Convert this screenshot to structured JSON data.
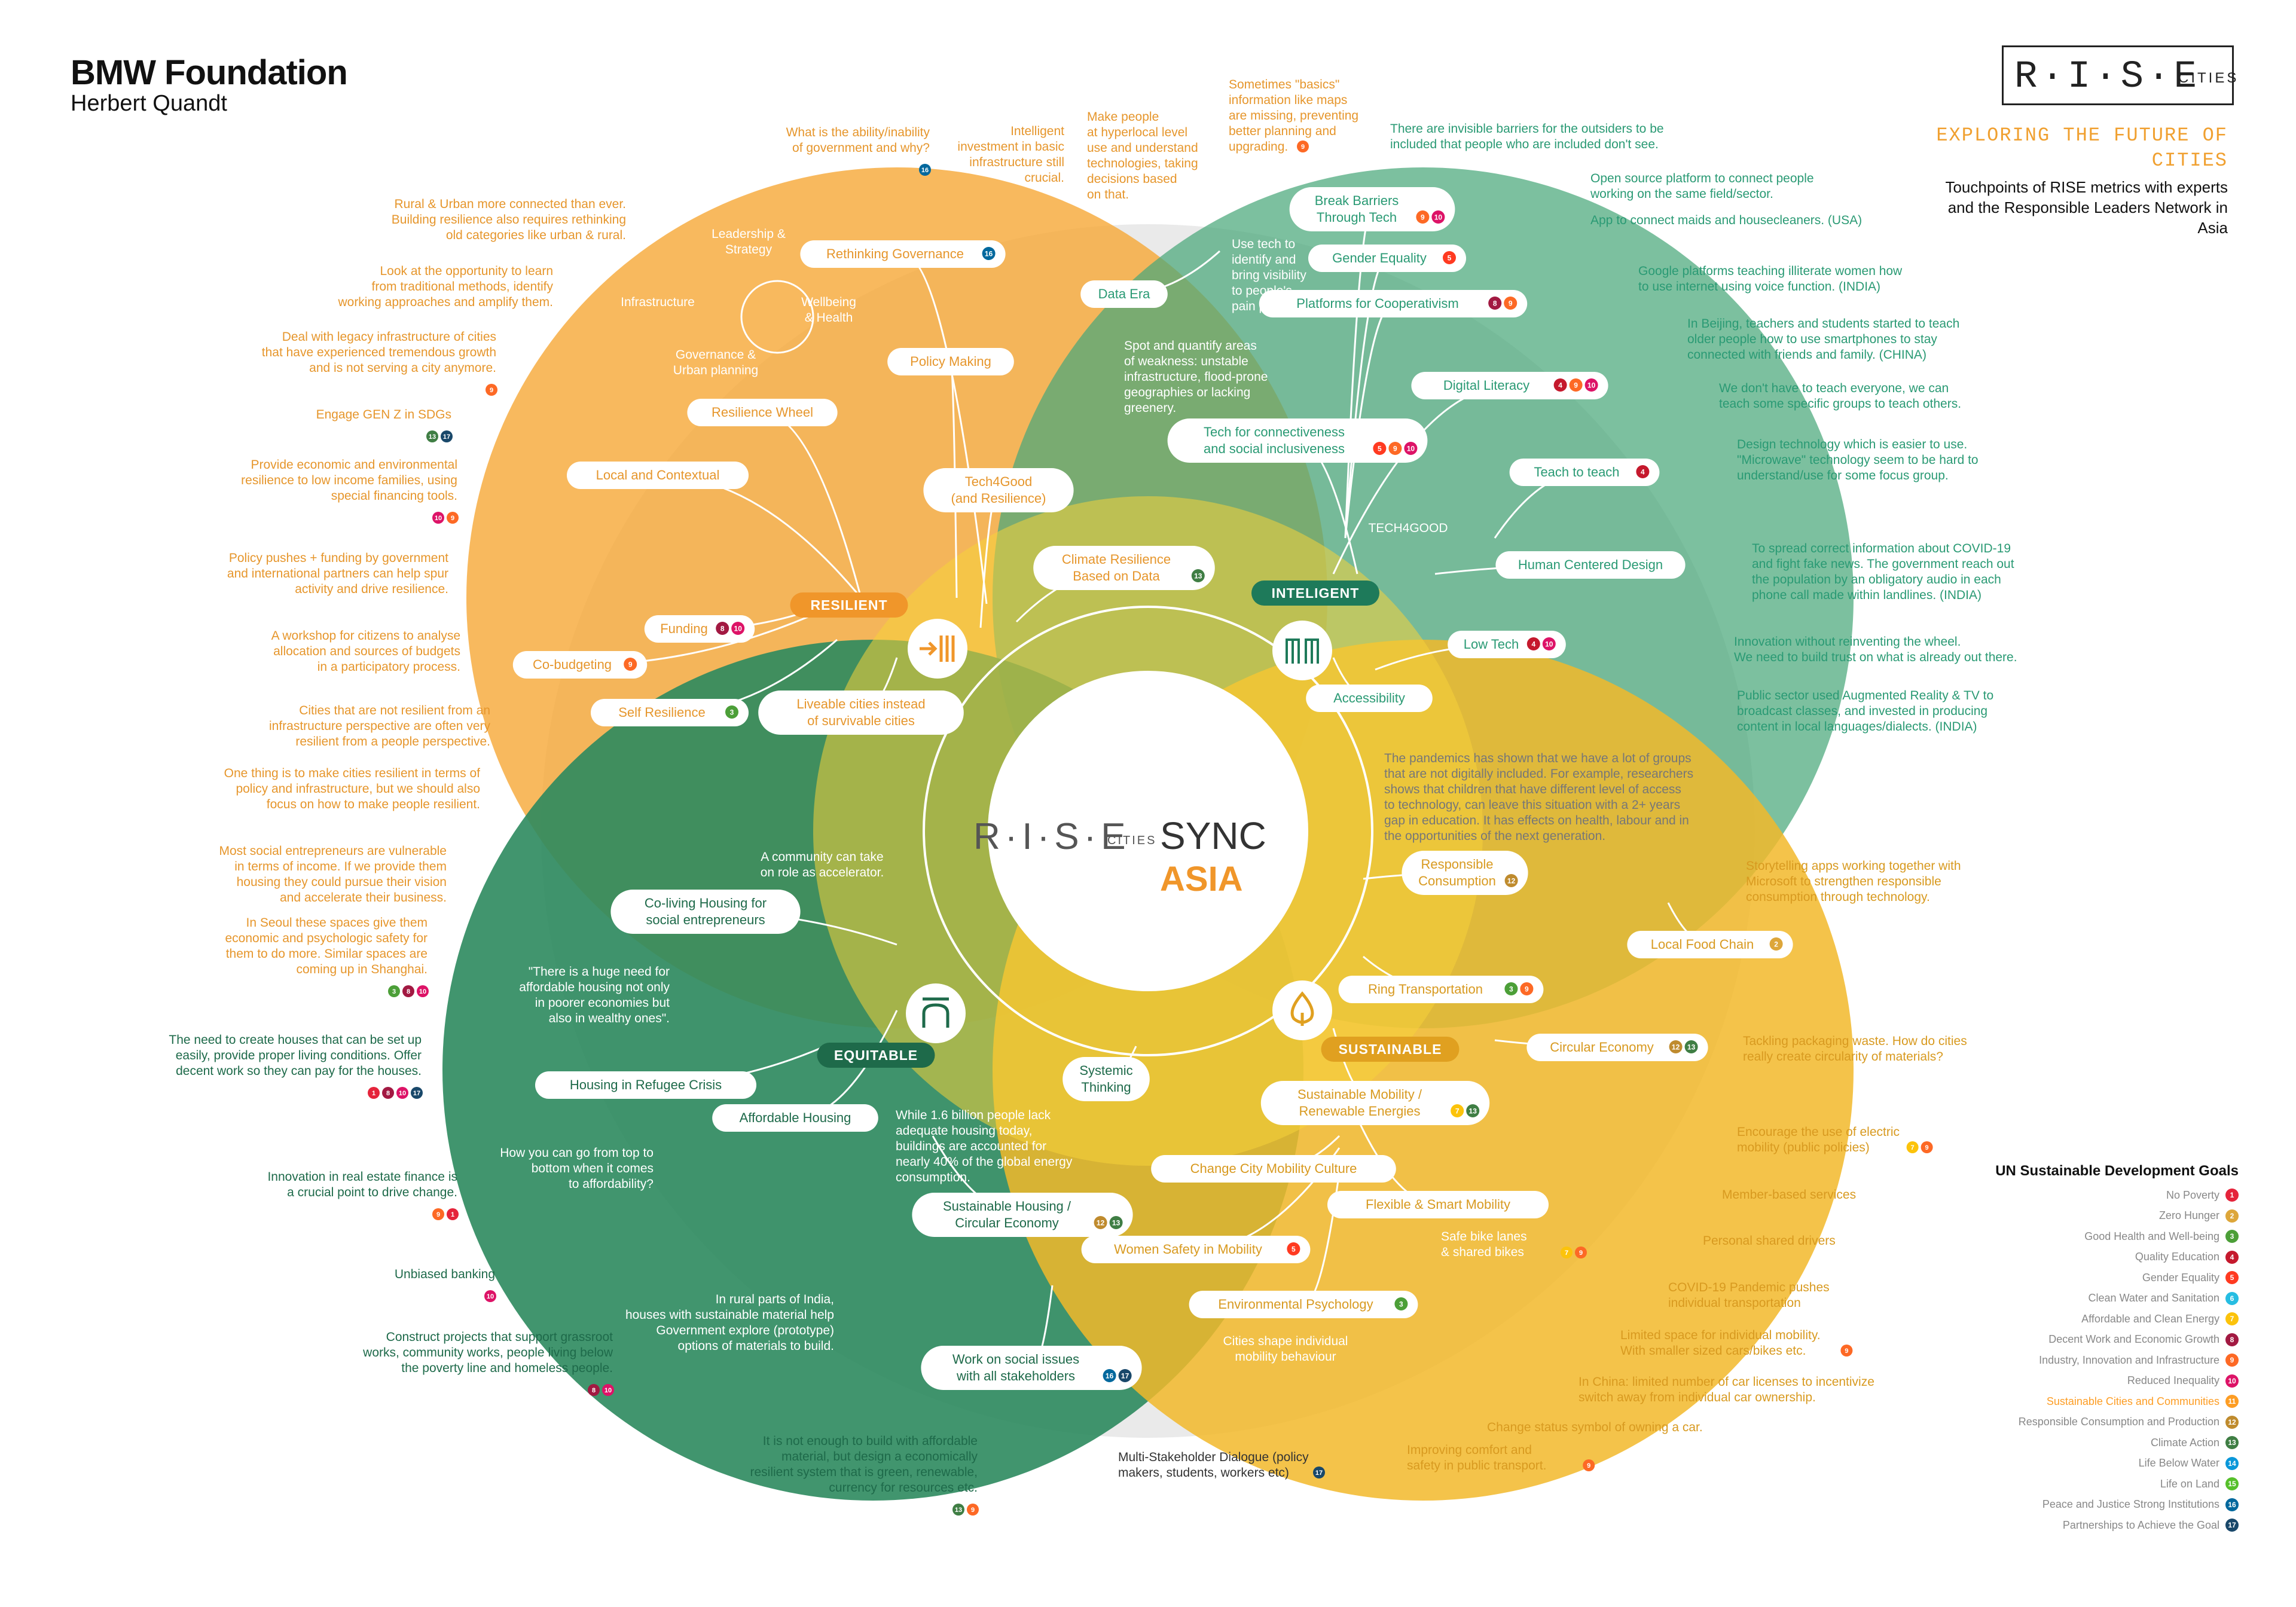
{
  "header": {
    "title": "BMW Foundation",
    "subtitle": "Herbert Quandt"
  },
  "logo": {
    "letters": "R·I·S·E",
    "cities": "CITIES"
  },
  "intro": {
    "exploring": "EXPLORING THE FUTURE OF CITIES",
    "touchpoints": "Touchpoints of RISE metrics with experts and the Responsible Leaders Network in Asia"
  },
  "center": {
    "rise": "R·I·S·E",
    "cities": "CITIES",
    "sync": "SYNC",
    "asia": "ASIA"
  },
  "colors": {
    "resilient": "#f7a93a",
    "intelligent": "#4aa87a",
    "equitable": "#2c8a5e",
    "sustainable": "#f2b92a",
    "center_yellow": "#f5d23a",
    "grey": "#d8d8d8",
    "dark": "#1a1a1a",
    "resilient_text": "#e6962c",
    "intelligent_text": "#2a9a74",
    "equitable_text": "#1e6a4a",
    "sustainable_text": "#d89a20"
  },
  "sdg": {
    "title": "UN Sustainable Development Goals",
    "goals": [
      {
        "n": "1",
        "label": "No Poverty",
        "color": "#e5243b"
      },
      {
        "n": "2",
        "label": "Zero Hunger",
        "color": "#dda63a"
      },
      {
        "n": "3",
        "label": "Good Health and Well-being",
        "color": "#4c9f38"
      },
      {
        "n": "4",
        "label": "Quality Education",
        "color": "#c5192d"
      },
      {
        "n": "5",
        "label": "Gender Equality",
        "color": "#ff3a21"
      },
      {
        "n": "6",
        "label": "Clean Water and Sanitation",
        "color": "#26bde2"
      },
      {
        "n": "7",
        "label": "Affordable and Clean Energy",
        "color": "#fcc30b"
      },
      {
        "n": "8",
        "label": "Decent Work and Economic Growth",
        "color": "#a21942"
      },
      {
        "n": "9",
        "label": "Industry, Innovation and Infrastructure",
        "color": "#fd6925"
      },
      {
        "n": "10",
        "label": "Reduced Inequality",
        "color": "#dd1367"
      },
      {
        "n": "11",
        "label": "Sustainable Cities and Communities",
        "color": "#fd9d24"
      },
      {
        "n": "12",
        "label": "Responsible Consumption and Production",
        "color": "#bf8b2e"
      },
      {
        "n": "13",
        "label": "Climate Action",
        "color": "#3f7e44"
      },
      {
        "n": "14",
        "label": "Life Below Water",
        "color": "#0a97d9"
      },
      {
        "n": "15",
        "label": "Life on Land",
        "color": "#56c02b"
      },
      {
        "n": "16",
        "label": "Peace and Justice Strong Institutions",
        "color": "#00689d"
      },
      {
        "n": "17",
        "label": "Partnerships to Achieve the Goal",
        "color": "#19486a"
      }
    ],
    "highlight_label": "Sustainable Cities and Communities"
  },
  "pillars": [
    {
      "id": "resilient",
      "label": "RESILIENT",
      "icon": "arrow-bars-icon"
    },
    {
      "id": "intelligent",
      "label": "INTELIGENT",
      "icon": "circuit-icon"
    },
    {
      "id": "equitable",
      "label": "EQUITABLE",
      "icon": "roof-icon"
    },
    {
      "id": "sustainable",
      "label": "SUSTAINABLE",
      "icon": "leaf-drop-icon"
    }
  ],
  "nodes": [
    {
      "lines": [
        "Rethinking Governance"
      ],
      "sdg": [
        "16"
      ],
      "pillar": "resilient"
    },
    {
      "lines": [
        "Policy Making"
      ],
      "sdg": [],
      "pillar": "resilient"
    },
    {
      "lines": [
        "Resilience Wheel"
      ],
      "sdg": [],
      "pillar": "resilient"
    },
    {
      "lines": [
        "Local and Contextual"
      ],
      "sdg": [],
      "pillar": "resilient"
    },
    {
      "lines": [
        "Tech4Good",
        "(and Resilience)"
      ],
      "sdg": [],
      "pillar": "resilient"
    },
    {
      "lines": [
        "Climate Resilience",
        "Based on Data"
      ],
      "sdg": [
        "13"
      ],
      "pillar": "resilient"
    },
    {
      "lines": [
        "Funding"
      ],
      "sdg": [
        "8",
        "10"
      ],
      "pillar": "resilient"
    },
    {
      "lines": [
        "Co-budgeting"
      ],
      "sdg": [
        "9"
      ],
      "pillar": "resilient"
    },
    {
      "lines": [
        "Self Resilience"
      ],
      "sdg": [
        "3"
      ],
      "pillar": "resilient"
    },
    {
      "lines": [
        "Liveable cities instead",
        "of survivable cities"
      ],
      "sdg": [],
      "pillar": "resilient"
    },
    {
      "lines": [
        "Data Era"
      ],
      "sdg": [],
      "pillar": "intelligent"
    },
    {
      "lines": [
        "Break Barriers",
        "Through Tech"
      ],
      "sdg": [
        "9",
        "10"
      ],
      "pillar": "intelligent"
    },
    {
      "lines": [
        "Gender Equality"
      ],
      "sdg": [
        "5"
      ],
      "pillar": "intelligent"
    },
    {
      "lines": [
        "Platforms for Cooperativism"
      ],
      "sdg": [
        "8",
        "9"
      ],
      "pillar": "intelligent"
    },
    {
      "lines": [
        "Digital Literacy"
      ],
      "sdg": [
        "4",
        "9",
        "10"
      ],
      "pillar": "intelligent"
    },
    {
      "lines": [
        "Tech for connectiveness",
        "and social inclusiveness"
      ],
      "sdg": [
        "5",
        "9",
        "10"
      ],
      "pillar": "intelligent"
    },
    {
      "lines": [
        "Teach to teach"
      ],
      "sdg": [
        "4"
      ],
      "pillar": "intelligent"
    },
    {
      "lines": [
        "Human Centered Design"
      ],
      "sdg": [],
      "pillar": "intelligent"
    },
    {
      "lines": [
        "Low Tech"
      ],
      "sdg": [
        "4",
        "10"
      ],
      "pillar": "intelligent"
    },
    {
      "lines": [
        "Accessibility"
      ],
      "sdg": [],
      "pillar": "intelligent"
    },
    {
      "lines": [
        "Responsible",
        "Consumption"
      ],
      "sdg": [
        "12"
      ],
      "pillar": "sustainable"
    },
    {
      "lines": [
        "Local Food Chain"
      ],
      "sdg": [
        "2"
      ],
      "pillar": "sustainable"
    },
    {
      "lines": [
        "Ring Transportation"
      ],
      "sdg": [
        "3",
        "9"
      ],
      "pillar": "sustainable"
    },
    {
      "lines": [
        "Circular Economy"
      ],
      "sdg": [
        "12",
        "13"
      ],
      "pillar": "sustainable"
    },
    {
      "lines": [
        "Sustainable Mobility /",
        "Renewable Energies"
      ],
      "sdg": [
        "7",
        "13"
      ],
      "pillar": "sustainable"
    },
    {
      "lines": [
        "Change City Mobility Culture"
      ],
      "sdg": [],
      "pillar": "sustainable"
    },
    {
      "lines": [
        "Flexible & Smart Mobility"
      ],
      "sdg": [],
      "pillar": "sustainable"
    },
    {
      "lines": [
        "Women Safety in Mobility"
      ],
      "sdg": [
        "5"
      ],
      "pillar": "sustainable"
    },
    {
      "lines": [
        "Environmental Psychology"
      ],
      "sdg": [
        "3"
      ],
      "pillar": "sustainable"
    },
    {
      "lines": [
        "Co-living Housing for",
        "social entrepreneurs"
      ],
      "sdg": [],
      "pillar": "equitable"
    },
    {
      "lines": [
        "Housing in Refugee Crisis"
      ],
      "sdg": [],
      "pillar": "equitable"
    },
    {
      "lines": [
        "Affordable Housing"
      ],
      "sdg": [],
      "pillar": "equitable"
    },
    {
      "lines": [
        "Sustainable Housing /",
        "Circular Economy"
      ],
      "sdg": [
        "12",
        "13"
      ],
      "pillar": "equitable"
    },
    {
      "lines": [
        "Systemic",
        "Thinking"
      ],
      "sdg": [],
      "pillar": "equitable"
    },
    {
      "lines": [
        "Work on social issues",
        "with all stakeholders"
      ],
      "sdg": [
        "16",
        "17"
      ],
      "pillar": "equitable"
    }
  ],
  "inner_labels": [
    {
      "lines": [
        "Leadership &",
        "Strategy"
      ],
      "pillar": "resilient"
    },
    {
      "lines": [
        "Infrastructure"
      ],
      "pillar": "resilient"
    },
    {
      "lines": [
        "Wellbeing",
        "& Health"
      ],
      "pillar": "resilient"
    },
    {
      "lines": [
        "Governance &",
        "Urban planning"
      ],
      "pillar": "resilient"
    },
    {
      "lines": [
        "TECH4GOOD"
      ],
      "pillar": "intelligent"
    },
    {
      "lines": [
        "A community can take",
        "on role as accelerator."
      ],
      "pillar": "resilient"
    },
    {
      "lines": [
        "Spot and quantify areas",
        "of weakness: unstable",
        "infrastructure, flood-prone",
        "geographies or lacking",
        "greenery."
      ],
      "pillar": "resilient"
    },
    {
      "lines": [
        "Use tech to",
        "identify and",
        "bring visibility",
        "to people's",
        "pain points."
      ],
      "pillar": "intelligent"
    },
    {
      "lines": [
        "The pandemics has shown that we have a lot of groups",
        "that are not digitally included. For example, researchers",
        "shows that children that have different level of access",
        "to technology, can leave this situation with a 2+ years",
        "gap in education. It has effects on health, labour and in",
        "the opportunities of the next generation."
      ],
      "pillar": "intelligent"
    },
    {
      "lines": [
        "\"There is a huge need for",
        "affordable housing not only",
        "in poorer economies but",
        "also in wealthy ones\"."
      ],
      "pillar": "equitable"
    },
    {
      "lines": [
        "How you can go from top to",
        "bottom when it comes",
        "to affordability?"
      ],
      "pillar": "equitable"
    },
    {
      "lines": [
        "While 1.6 billion people lack",
        "adequate housing today,",
        "buildings are accounted for",
        "nearly 40% of the global energy",
        "consumption."
      ],
      "pillar": "equitable"
    },
    {
      "lines": [
        "In rural parts of India,",
        "houses with sustainable material help",
        "Government explore (prototype)",
        "options of materials to build."
      ],
      "pillar": "equitable"
    },
    {
      "lines": [
        "Safe bike lanes",
        "& shared bikes"
      ],
      "sdg": [
        "7",
        "9"
      ],
      "pillar": "sustainable"
    },
    {
      "lines": [
        "Cities shape individual",
        "mobility behaviour"
      ],
      "pillar": "sustainable"
    }
  ],
  "notes": [
    {
      "lines": [
        "What is the ability/inability",
        "of government and why?"
      ],
      "sdg": [
        "16"
      ],
      "pillar": "resilient"
    },
    {
      "lines": [
        "Intelligent",
        "investment in basic",
        "infrastructure still",
        "crucial."
      ],
      "sdg": [],
      "pillar": "resilient"
    },
    {
      "lines": [
        "Make people",
        "at hyperlocal level",
        "use and understand",
        "technologies, taking",
        "decisions based",
        "on that."
      ],
      "sdg": [],
      "pillar": "resilient"
    },
    {
      "lines": [
        "Sometimes \"basics\"",
        "information like maps",
        "are missing, preventing",
        "better planning and",
        "upgrading."
      ],
      "sdg": [
        "9"
      ],
      "pillar": "resilient"
    },
    {
      "lines": [
        "Rural & Urban more connected than ever.",
        "Building resilience also requires rethinking",
        "old categories like urban & rural."
      ],
      "sdg": [],
      "pillar": "resilient"
    },
    {
      "lines": [
        "Look at the opportunity to learn",
        "from traditional methods, identify",
        "working approaches and amplify them."
      ],
      "sdg": [],
      "pillar": "resilient"
    },
    {
      "lines": [
        "Deal with legacy infrastructure of cities",
        "that have experienced tremendous growth",
        "and is not serving a city anymore."
      ],
      "sdg": [
        "9"
      ],
      "pillar": "resilient"
    },
    {
      "lines": [
        "Engage GEN Z in SDGs"
      ],
      "sdg": [
        "13",
        "17"
      ],
      "pillar": "resilient"
    },
    {
      "lines": [
        "Provide economic and environmental",
        "resilience to low income families, using",
        "special financing tools."
      ],
      "sdg": [
        "10",
        "9"
      ],
      "pillar": "resilient"
    },
    {
      "lines": [
        "Policy pushes + funding by government",
        "and international partners can help spur",
        "activity and drive resilience."
      ],
      "sdg": [],
      "pillar": "resilient"
    },
    {
      "lines": [
        "A workshop for citizens to analyse",
        "allocation and sources of budgets",
        "in a participatory process."
      ],
      "sdg": [],
      "pillar": "resilient"
    },
    {
      "lines": [
        "Cities that are not resilient from an",
        "infrastructure perspective are often very",
        "resilient from a people perspective."
      ],
      "sdg": [],
      "pillar": "resilient"
    },
    {
      "lines": [
        "One thing is to make cities resilient in terms of",
        "policy and infrastructure, but we should also",
        "focus on how to make people resilient."
      ],
      "sdg": [],
      "pillar": "resilient"
    },
    {
      "lines": [
        "Most social entrepreneurs are vulnerable",
        "in terms of income. If we provide them",
        "housing they could pursue their vision",
        "and accelerate their business."
      ],
      "sdg": [],
      "pillar": "resilient"
    },
    {
      "lines": [
        "In Seoul these spaces give them",
        "economic and psychologic safety for",
        "them to do more. Similar spaces are",
        "coming up in Shanghai."
      ],
      "sdg": [
        "3",
        "8",
        "10"
      ],
      "pillar": "resilient"
    },
    {
      "lines": [
        "There are invisible barriers for the outsiders to be",
        "included that people who are included don't see."
      ],
      "sdg": [],
      "pillar": "intelligent"
    },
    {
      "lines": [
        "Open source platform to connect people",
        "working on the same field/sector."
      ],
      "sdg": [],
      "pillar": "intelligent"
    },
    {
      "lines": [
        "App to connect maids and housecleaners. (USA)"
      ],
      "sdg": [],
      "pillar": "intelligent"
    },
    {
      "lines": [
        "Google platforms teaching illiterate women how",
        "to use internet using voice function. (INDIA)"
      ],
      "sdg": [],
      "pillar": "intelligent"
    },
    {
      "lines": [
        "In Beijing, teachers and students started to teach",
        "older people how to use smartphones to stay",
        "connected with friends and family. (CHINA)"
      ],
      "sdg": [],
      "pillar": "intelligent"
    },
    {
      "lines": [
        "We don't have to teach everyone, we can",
        "teach some specific groups to teach others."
      ],
      "sdg": [],
      "pillar": "intelligent"
    },
    {
      "lines": [
        "Design technology which is easier to use.",
        "\"Microwave\" technology seem to be hard to",
        "understand/use for some focus group."
      ],
      "sdg": [],
      "pillar": "intelligent"
    },
    {
      "lines": [
        "To spread correct information about COVID-19",
        "and fight fake news. The government reach out",
        "the population by an obligatory audio in each",
        "phone call made within landlines. (INDIA)"
      ],
      "sdg": [],
      "pillar": "intelligent"
    },
    {
      "lines": [
        "Innovation without reinventing the wheel.",
        "We need to build trust on what is already out there."
      ],
      "sdg": [],
      "pillar": "intelligent"
    },
    {
      "lines": [
        "Public sector used Augmented Reality & TV to",
        "broadcast classes, and invested in producing",
        "content in local languages/dialects. (INDIA)"
      ],
      "sdg": [],
      "pillar": "intelligent"
    },
    {
      "lines": [
        "Storytelling apps working together with",
        "Microsoft to strengthen responsible",
        "consumption through technology."
      ],
      "sdg": [],
      "pillar": "sustainable"
    },
    {
      "lines": [
        "Tackling packaging waste. How do cities",
        "really create circularity of materials?"
      ],
      "sdg": [],
      "pillar": "sustainable"
    },
    {
      "lines": [
        "Encourage the use of electric",
        "mobility (public policies)"
      ],
      "sdg": [
        "7",
        "9"
      ],
      "pillar": "sustainable"
    },
    {
      "lines": [
        "Member-based services"
      ],
      "sdg": [],
      "pillar": "sustainable"
    },
    {
      "lines": [
        "Personal shared drivers"
      ],
      "sdg": [],
      "pillar": "sustainable"
    },
    {
      "lines": [
        "COVID-19 Pandemic pushes",
        "individual transportation"
      ],
      "sdg": [],
      "pillar": "sustainable"
    },
    {
      "lines": [
        "Limited space for individual mobility.",
        "With smaller sized cars/bikes etc."
      ],
      "sdg": [
        "9"
      ],
      "pillar": "sustainable"
    },
    {
      "lines": [
        "In China: limited number of car licenses to incentivize",
        "switch away from individual car ownership."
      ],
      "sdg": [],
      "pillar": "sustainable"
    },
    {
      "lines": [
        "Change status symbol of owning a car."
      ],
      "sdg": [],
      "pillar": "sustainable"
    },
    {
      "lines": [
        "Improving comfort and",
        "safety in public transport."
      ],
      "sdg": [
        "9"
      ],
      "pillar": "sustainable"
    },
    {
      "lines": [
        "Multi-Stakeholder Dialogue (policy",
        "makers, students, workers etc)"
      ],
      "sdg": [
        "17"
      ],
      "pillar": "grey"
    },
    {
      "lines": [
        "It is not enough to build with affordable",
        "material, but design a economically",
        "resilient system that is green, renewable,",
        "currency for resources etc."
      ],
      "sdg": [
        "13",
        "9"
      ],
      "pillar": "equitable"
    },
    {
      "lines": [
        "Construct projects that support grassroot",
        "works, community works, people living below",
        "the poverty line and homeless people."
      ],
      "sdg": [
        "8",
        "10"
      ],
      "pillar": "equitable"
    },
    {
      "lines": [
        "Unbiased banking"
      ],
      "sdg": [
        "10"
      ],
      "pillar": "equitable"
    },
    {
      "lines": [
        "Innovation in real estate finance is",
        "a crucial point to drive change."
      ],
      "sdg": [
        "9",
        "1"
      ],
      "pillar": "equitable"
    },
    {
      "lines": [
        "The need to create houses that can be set up",
        "easily, provide proper living conditions. Offer",
        "decent work so they can pay for the houses."
      ],
      "sdg": [
        "1",
        "8",
        "10",
        "17"
      ],
      "pillar": "equitable"
    }
  ]
}
